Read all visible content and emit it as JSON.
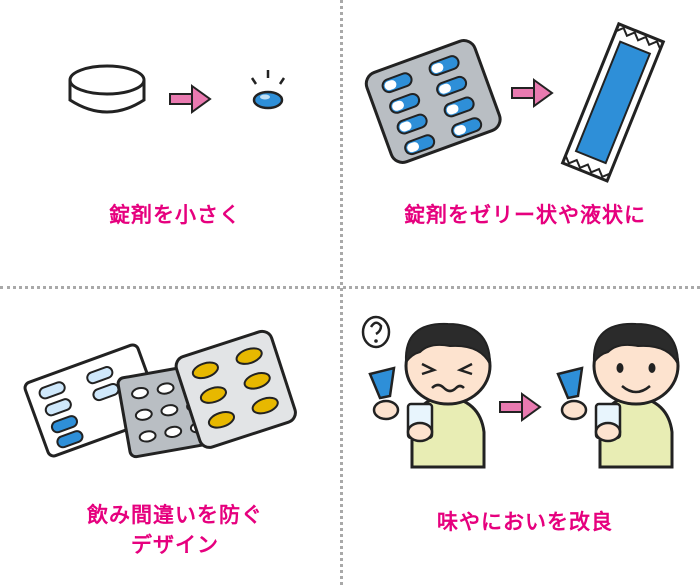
{
  "panels": [
    {
      "caption_lines": [
        "錠剤を小さく"
      ]
    },
    {
      "caption_lines": [
        "錠剤をゼリー状や液状に"
      ]
    },
    {
      "caption_lines": [
        "飲み間違いを防ぐ",
        "デザイン"
      ]
    },
    {
      "caption_lines": [
        "味やにおいを改良"
      ]
    }
  ],
  "colors": {
    "caption": "#e6007e",
    "arrow": "#e97ab0",
    "divider": "#a9a9a9",
    "pill_blue": "#2e8fd8",
    "blister_gray": "#b9bec3",
    "capsule_yellow": "#e7b800",
    "shirt": "#e8edb4",
    "skin": "#fde3cf"
  }
}
